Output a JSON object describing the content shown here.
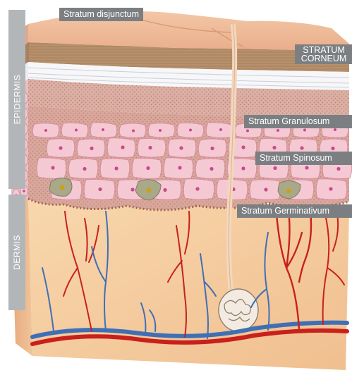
{
  "side_labels": {
    "epidermis": "EPIDERMIS",
    "dermis": "DERMIS"
  },
  "layer_labels": {
    "disjunctum": "Stratum disjunctum",
    "corneum_line1": "STRATUM",
    "corneum_line2": "CORNEUM",
    "granulosum": "Stratum Granulosum",
    "spinosum": "Stratum Spinosum",
    "germinativum": "Stratum Germinativum"
  },
  "colors": {
    "skin_surface": "#efb894",
    "corneum_brown": "#b7906c",
    "granular_band": "#c99a8a",
    "cell_fill": "#f5c9d3",
    "cell_nucleus": "#c94a8c",
    "dermis": "#f6cda0",
    "artery": "#c8211c",
    "vein": "#3f6fb5",
    "label_bg": "#7c7f82",
    "side_band": "#b3b6b9"
  }
}
